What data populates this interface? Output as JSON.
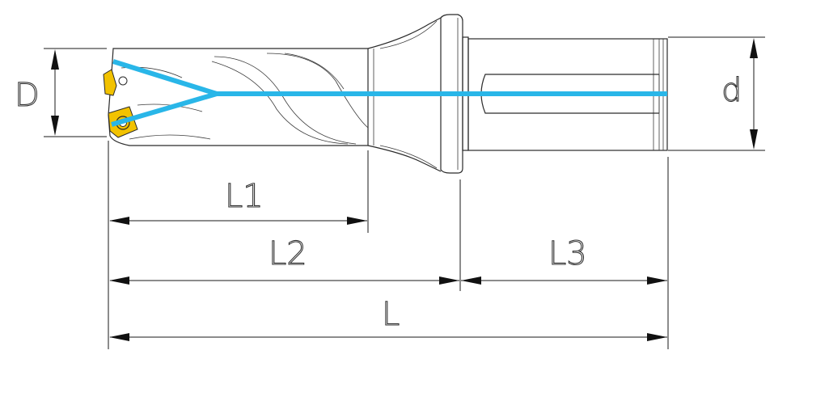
{
  "labels": {
    "D": "D",
    "d": "d",
    "L1": "L1",
    "L2": "L2",
    "L3": "L3",
    "L": "L"
  },
  "colors": {
    "coolant": "#29b6e8",
    "insert": "#f2c200",
    "outline": "#2a2a2a"
  }
}
